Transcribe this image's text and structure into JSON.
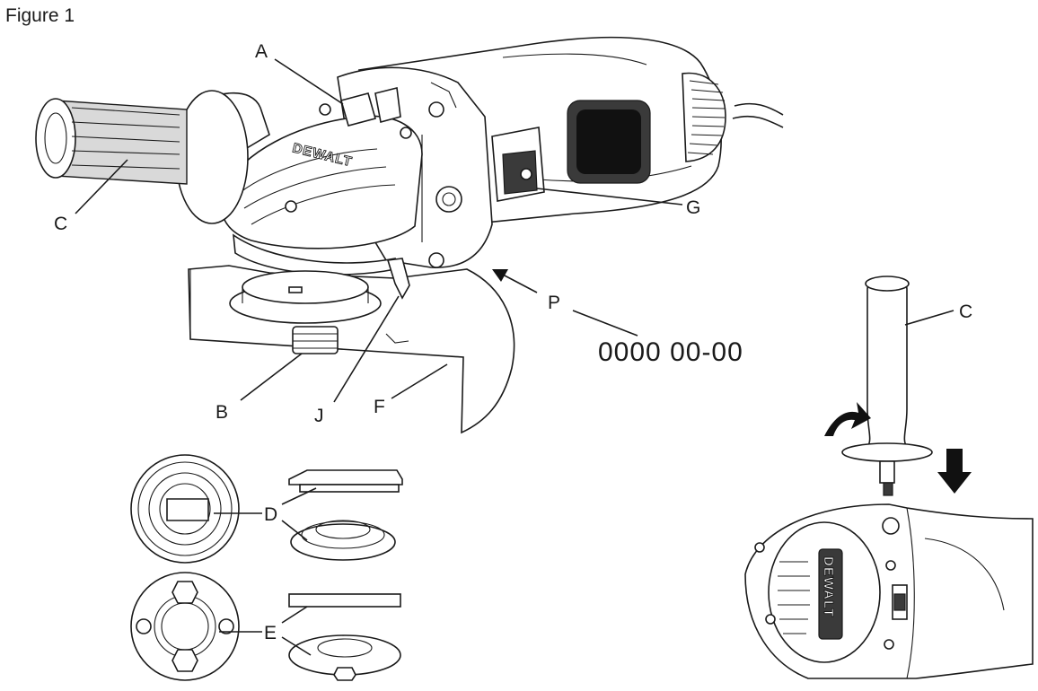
{
  "figure": {
    "title": "Figure 1"
  },
  "callouts": {
    "a": "A",
    "b": "B",
    "c": "C",
    "c2": "C",
    "d": "D",
    "e": "E",
    "f": "F",
    "g": "G",
    "j": "J",
    "p": "P"
  },
  "date_code": "0000  00-00",
  "brand": "DEWALT"
}
